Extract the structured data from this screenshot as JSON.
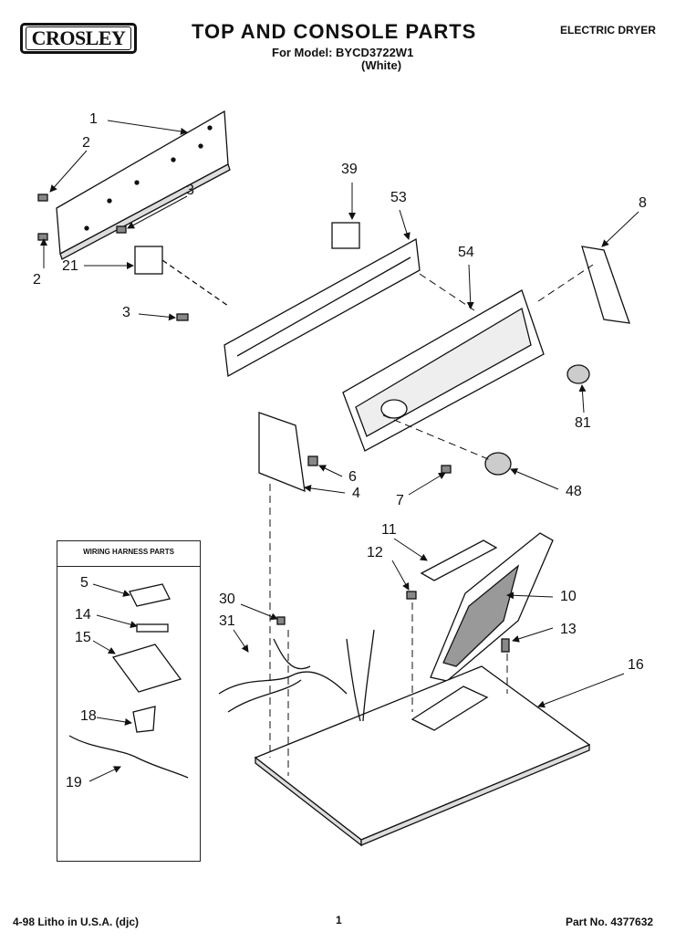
{
  "header": {
    "brand": "CROSLEY",
    "title": "TOP AND CONSOLE PARTS",
    "model_line": "For Model: BYCD3722W1",
    "color_line": "(White)",
    "product_type": "ELECTRIC DRYER"
  },
  "callouts": {
    "c1": "1",
    "c2a": "2",
    "c2b": "2",
    "c3a": "3",
    "c3b": "3",
    "c21": "21",
    "c39": "39",
    "c53": "53",
    "c54": "54",
    "c8": "8",
    "c81": "81",
    "c48": "48",
    "c6": "6",
    "c4": "4",
    "c7": "7",
    "c11": "11",
    "c12": "12",
    "c10": "10",
    "c13": "13",
    "c16": "16",
    "c30": "30",
    "c31": "31",
    "c5": "5",
    "c14": "14",
    "c15": "15",
    "c18": "18",
    "c19": "19"
  },
  "harness_box": {
    "title": "WIRING HARNESS PARTS"
  },
  "footer": {
    "print_info": "4-98 Litho in U.S.A. (djc)",
    "page": "1",
    "part_no": "Part No. 4377632"
  }
}
